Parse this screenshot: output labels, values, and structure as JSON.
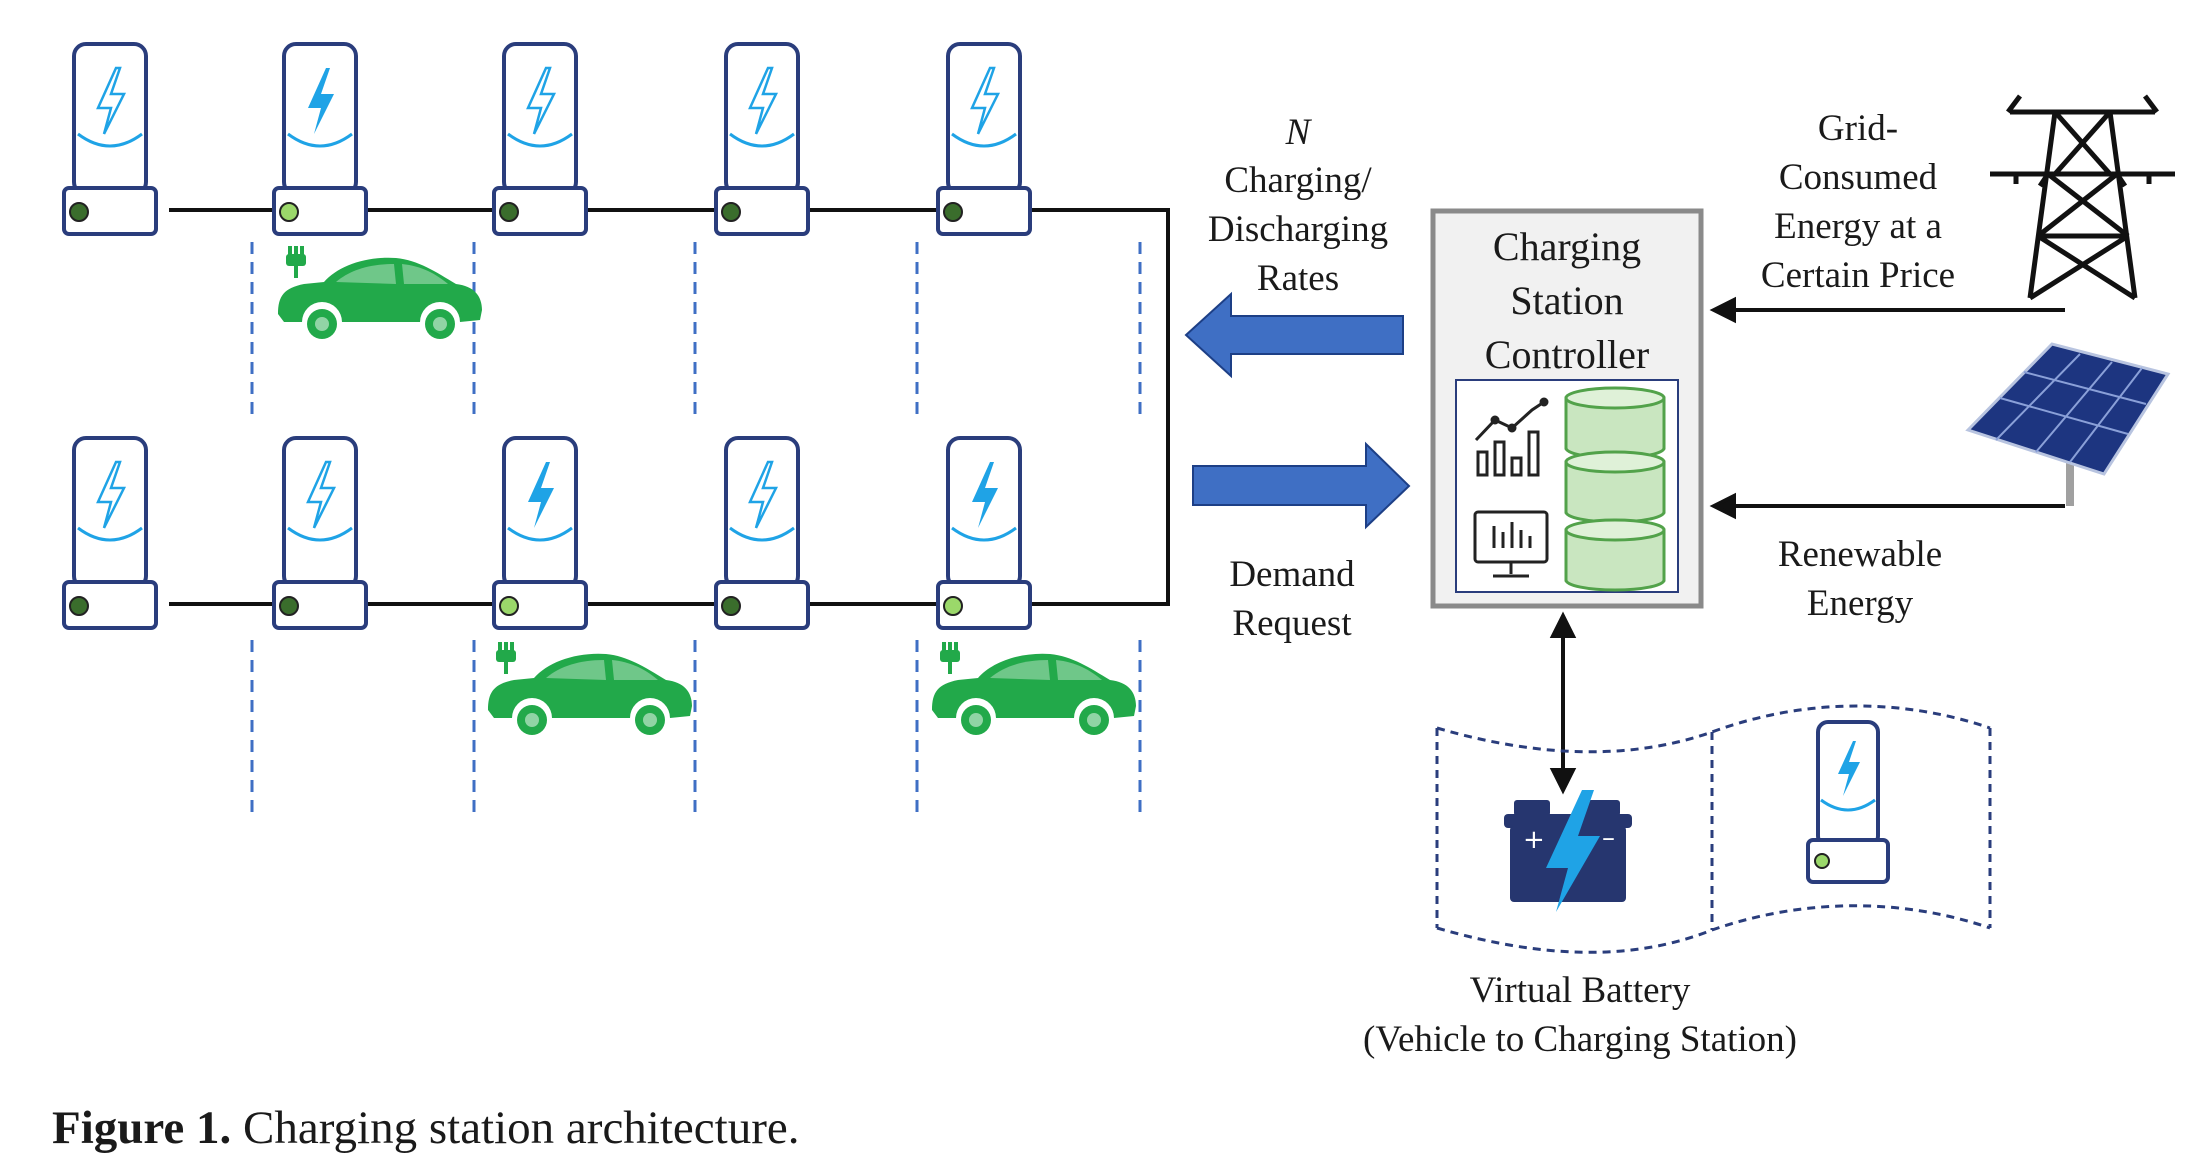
{
  "labels": {
    "n_symbol": "N",
    "rates_lines": [
      "Charging/",
      "Discharging",
      "Rates"
    ],
    "demand_lines": [
      "Demand",
      "Request"
    ],
    "controller_lines": [
      "Charging",
      "Station",
      "Controller"
    ],
    "grid_lines": [
      "Grid-",
      "Consumed",
      "Energy at a",
      "Certain Price"
    ],
    "renewable_lines": [
      "Renewable",
      "Energy"
    ],
    "virtual_battery_lines": [
      "Virtual Battery",
      "(Vehicle to Charging Station)"
    ]
  },
  "caption": {
    "label": "Figure 1.",
    "text": "Charging station architecture."
  },
  "stations": {
    "top_row_active": [
      false,
      true,
      false,
      false,
      false
    ],
    "bottom_row_active": [
      false,
      false,
      true,
      false,
      true
    ],
    "top_row_cars": [
      false,
      true,
      false,
      false,
      false
    ],
    "bottom_row_cars": [
      false,
      false,
      true,
      false,
      true
    ]
  },
  "colors": {
    "station_outline": "#2a3d7c",
    "bolt": "#1fa3e6",
    "arc": "#1fa3e6",
    "led_dark": "#3a6d2c",
    "led_light": "#9bd86a",
    "car": "#22a94a",
    "arrow_blue": "#3f6fc4",
    "controller_border": "#8a8a8a",
    "controller_fill": "#f1f1f1",
    "db_fill": "#c9e6c0",
    "db_stroke": "#52a24a",
    "dashed": "#3f6fc4",
    "battery_body": "#26366f",
    "solar_cell": "#2f4fa8"
  },
  "icons": [
    "charging-station-icon",
    "car-icon",
    "transmission-tower-icon",
    "solar-panel-icon",
    "battery-icon",
    "chart-icon",
    "monitor-icon",
    "database-icon"
  ]
}
